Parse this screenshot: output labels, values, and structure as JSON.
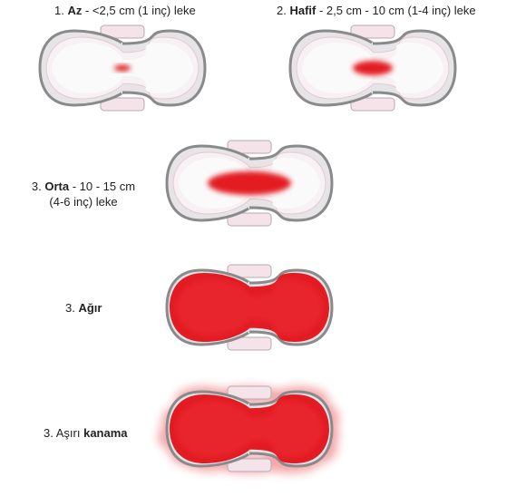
{
  "title": "",
  "levels": [
    {
      "id": "az",
      "prefix": "1. ",
      "strong": "Az",
      "suffix": " - <2,5 cm (1 inç) leke"
    },
    {
      "id": "hafif",
      "prefix": "2. ",
      "strong": "Hafif",
      "suffix": " - 2,5 cm - 10 cm (1-4 inç) leke"
    },
    {
      "id": "orta",
      "prefix": "3. ",
      "strong": "Orta",
      "suffix": " - 10 - 15 cm",
      "line2": "(4-6 inç) leke"
    },
    {
      "id": "agir",
      "prefix": "3. ",
      "strong": "Ağır",
      "suffix": ""
    },
    {
      "id": "asiri",
      "prefix": "3. ",
      "strong": "kanama",
      "strong_first": false,
      "before": "Aşırı "
    }
  ],
  "colors": {
    "stain": "#e31b23",
    "pad_border": "#8a8a8a",
    "pad_fill": "#e6e4e6",
    "pad_inner": "#f7f1f4",
    "wing": "#f4e4ea",
    "overflow": "#f08a8e"
  },
  "icons": [
    "sanitary-pad-icon"
  ]
}
